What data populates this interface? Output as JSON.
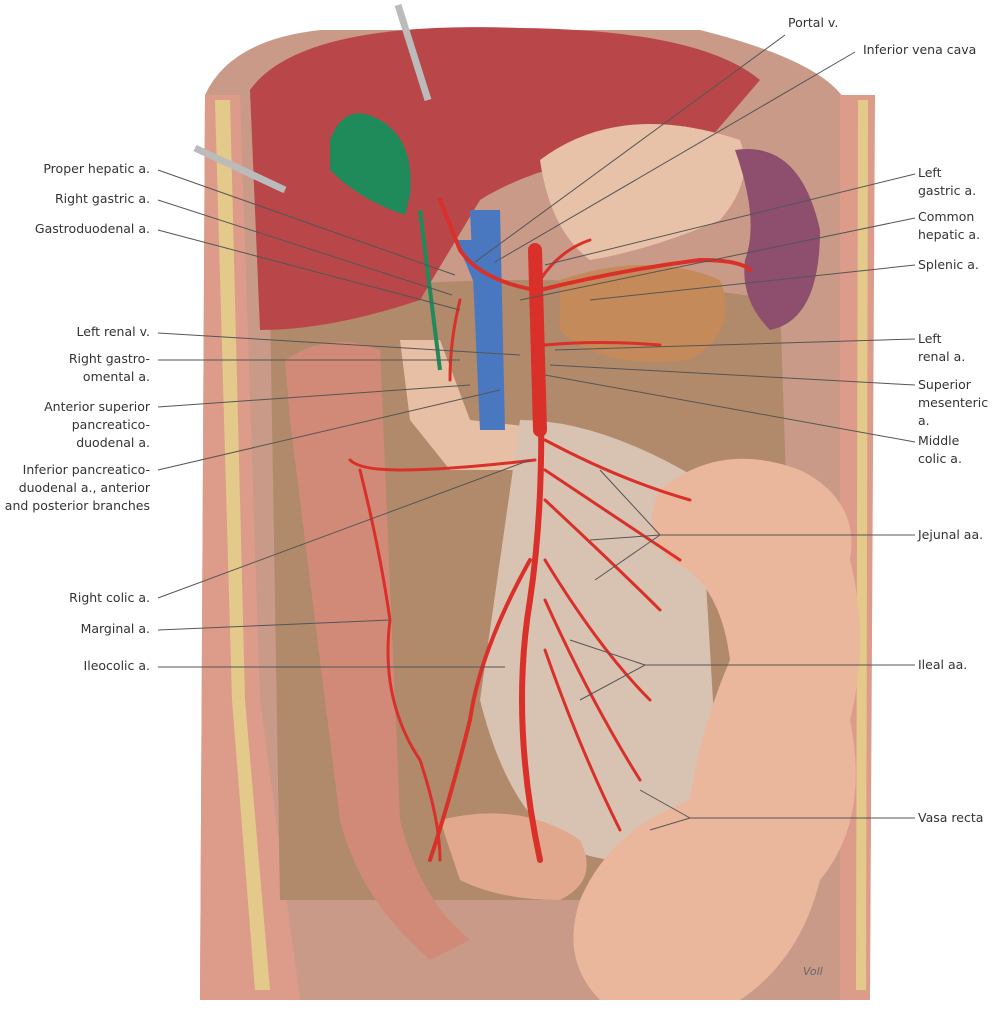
{
  "left_labels": [
    {
      "id": "proper-hepatic",
      "text": "Proper hepatic a."
    },
    {
      "id": "right-gastric",
      "text": "Right gastric a."
    },
    {
      "id": "gastroduodenal",
      "text": "Gastroduodenal a."
    },
    {
      "id": "left-renal-v",
      "text": "Left renal v."
    },
    {
      "id": "right-gastro-omental",
      "text": "Right gastro-\nomental a."
    },
    {
      "id": "ant-sup-pancreaticoduodenal",
      "text": "Anterior superior\npancreatico-\nduodenal a."
    },
    {
      "id": "inf-pancreaticoduodenal",
      "text": "Inferior pancreatico-\nduodenal a., anterior\nand posterior branches"
    },
    {
      "id": "right-colic",
      "text": "Right colic a."
    },
    {
      "id": "marginal",
      "text": "Marginal a."
    },
    {
      "id": "ileocolic",
      "text": "Ileocolic a."
    }
  ],
  "right_labels": [
    {
      "id": "portal-v",
      "text": "Portal v."
    },
    {
      "id": "inferior-vena-cava",
      "text": "Inferior vena cava"
    },
    {
      "id": "left-gastric",
      "text": "Left\ngastric a."
    },
    {
      "id": "common-hepatic",
      "text": "Common\nhepatic a."
    },
    {
      "id": "splenic",
      "text": "Splenic a."
    },
    {
      "id": "left-renal-a",
      "text": "Left\nrenal a."
    },
    {
      "id": "superior-mesenteric",
      "text": "Superior\nmesenteric\na."
    },
    {
      "id": "middle-colic",
      "text": "Middle\ncolic a."
    },
    {
      "id": "jejunal",
      "text": "Jejunal aa."
    },
    {
      "id": "ileal",
      "text": "Ileal aa."
    },
    {
      "id": "vasa-recta",
      "text": "Vasa recta"
    }
  ],
  "signature": "Voll",
  "colors": {
    "artery": "#d9302a",
    "vein": "#4a78c0",
    "liver": "#b9474a",
    "gallbladder": "#1f8a5a",
    "intestine": "#eab79c",
    "spleen": "#8e4e6e",
    "leader": "#555555"
  }
}
